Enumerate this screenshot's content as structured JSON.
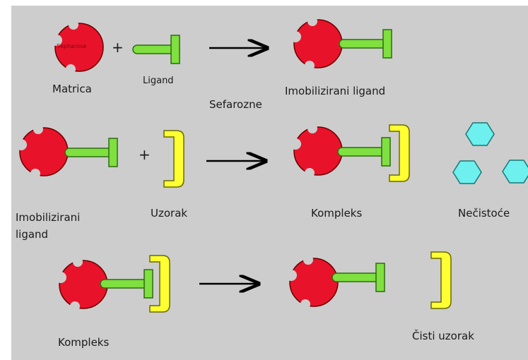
{
  "colors": {
    "matrix": "#e8132a",
    "ligand": "#7fe040",
    "sample": "#ffff33",
    "impurity": "#6df0ee",
    "background": "#cdcdcd"
  },
  "row1": {
    "matrix_inner_text": "Sepharose",
    "plus": "+",
    "matrix_label": "Matrica",
    "ligand_label": "Ligand",
    "arrow_label": "Sefarozne",
    "product_label": "Imobilizirani ligand"
  },
  "row2": {
    "reactant_label": "Imobilizirani ligand",
    "plus": "+",
    "sample_label": "Uzorak",
    "product_label": "Kompleks",
    "impurities_label": "Nečistoće"
  },
  "row3": {
    "reactant_label": "Kompleks",
    "product_label": "Čisti uzorak"
  }
}
